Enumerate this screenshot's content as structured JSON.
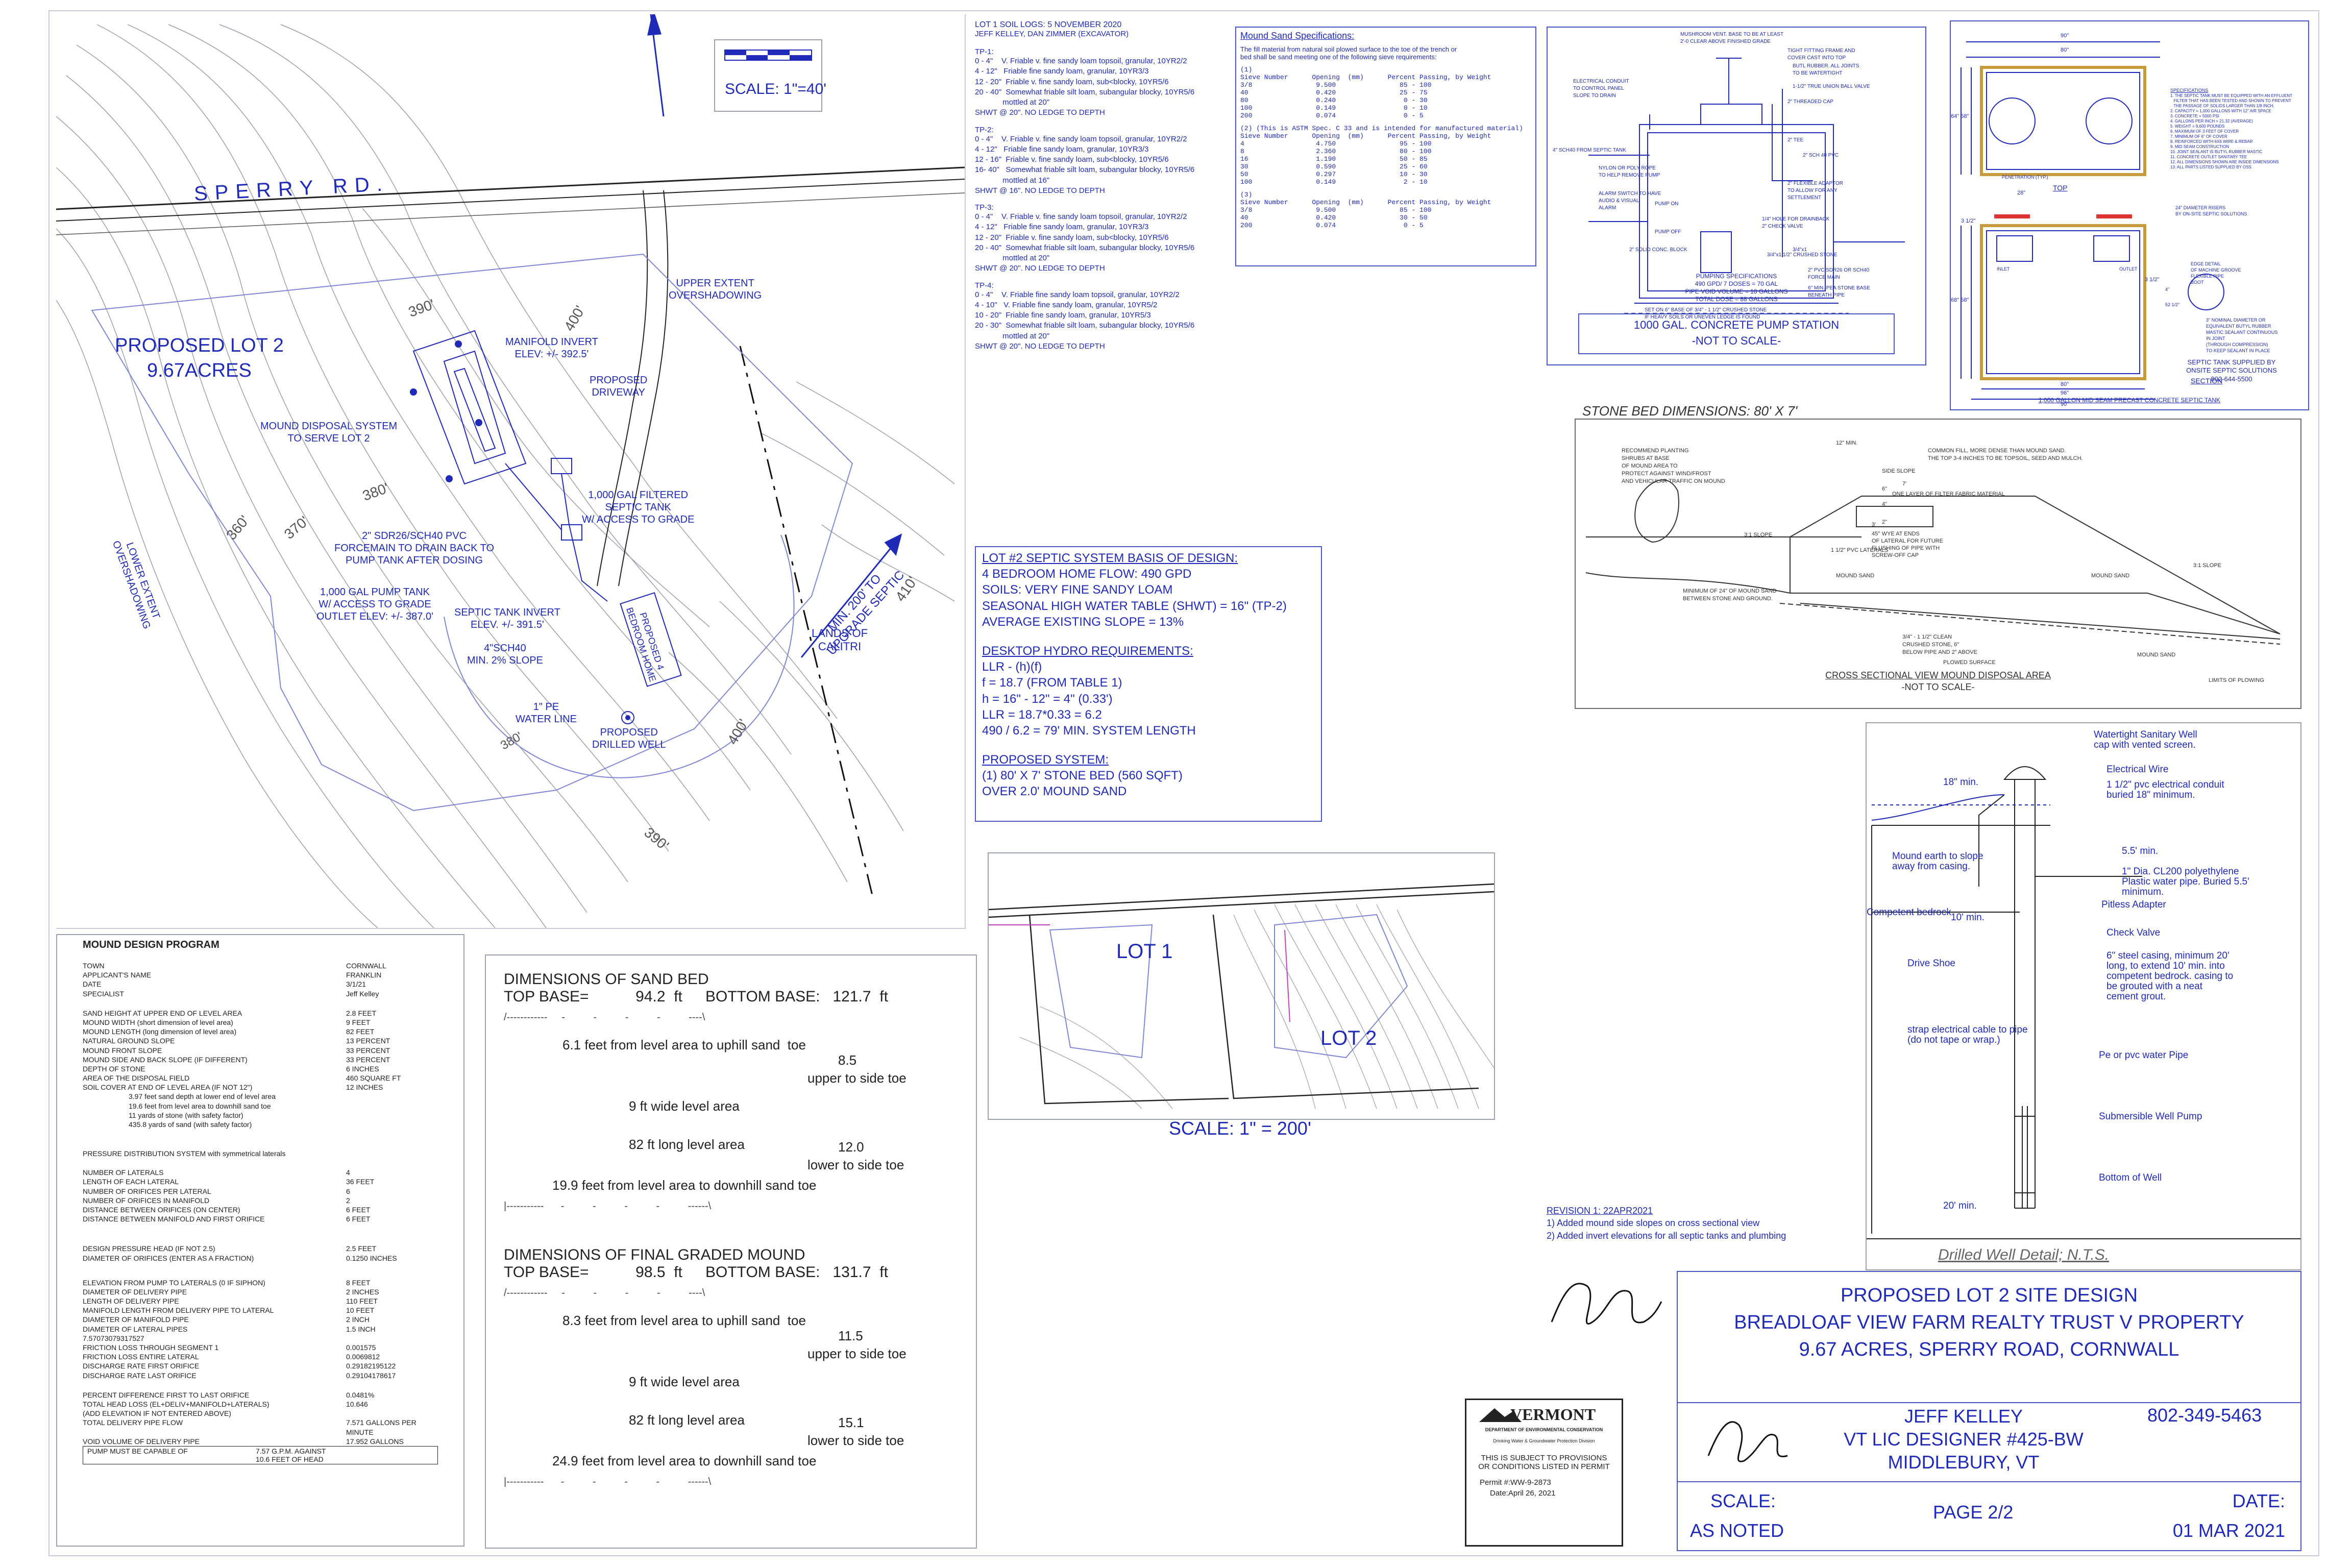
{
  "site": {
    "scale_label": "SCALE: 1\"=40'",
    "road": "SPERRY RD.",
    "lot_name": "PROPOSED LOT 2",
    "lot_acres": "9.67ACRES",
    "upper_extent": [
      "UPPER EXTENT",
      "OVERSHADOWING"
    ],
    "lower_extent": [
      "LOWER EXTENT",
      "OVERSHADOWING"
    ],
    "manifold": [
      "MANIFOLD INVERT",
      "ELEV: +/- 392.5'"
    ],
    "driveway": [
      "PROPOSED",
      "DRIVEWAY"
    ],
    "mound_system": [
      "MOUND DISPOSAL SYSTEM",
      "TO SERVE LOT 2"
    ],
    "septic_filtered": [
      "1,000 GAL FILTERED",
      "SEPTIC TANK",
      "W/ ACCESS TO GRADE"
    ],
    "forcemain": [
      "2\" SDR26/SCH40 PVC",
      "FORCEMAIN TO DRAIN BACK TO",
      "PUMP TANK AFTER DOSING"
    ],
    "pump_tank": [
      "1,000 GAL PUMP TANK",
      "W/ ACCESS TO GRADE",
      "OUTLET ELEV: +/- 387.0'"
    ],
    "tank_invert": [
      "SEPTIC TANK INVERT",
      "ELEV. +/- 391.5'"
    ],
    "sch40": [
      "4\"SCH40",
      "MIN. 2% SLOPE"
    ],
    "home": [
      "PROPOSED 4",
      "BEDROOM HOME"
    ],
    "pe_line": [
      "1\" PE",
      "WATER LINE"
    ],
    "drilled_well": [
      "PROPOSED",
      "DRILLED WELL"
    ],
    "upgrade": [
      "MIN. 200' TO",
      "UPGRADE SEPTIC"
    ],
    "calitri": [
      "LANDS OF",
      "CALITRI"
    ],
    "contours": [
      "390'",
      "400'",
      "380'",
      "370'",
      "360'",
      "410'",
      "400'",
      "390'",
      "380'"
    ]
  },
  "soil_logs": {
    "title": "LOT 1 SOIL LOGS: 5 NOVEMBER 2020",
    "by": "JEFF KELLEY,  DAN ZIMMER (EXCAVATOR)",
    "pits": [
      {
        "name": "TP-1:",
        "lines": [
          "0 - 4\"    V. Friable v. fine sandy loam topsoil, granular, 10YR2/2",
          "4 - 12\"   Friable fine sandy loam, granular, 10YR3/3",
          "12 - 20\"  Friable v. fine sandy loam, sub<blocky, 10YR5/6",
          "20 - 40\"  Somewhat friable silt loam, subangular blocky, 10YR5/6",
          "             mottled at 20\"",
          "SHWT @ 20\". NO LEDGE TO DEPTH"
        ]
      },
      {
        "name": "TP-2:",
        "lines": [
          "0 - 4\"    V. Friable v. fine sandy loam topsoil, granular, 10YR2/2",
          "4 - 12\"   Friable fine sandy loam, granular, 10YR3/3",
          "12 - 16\"  Friable v. fine sandy loam, sub<blocky, 10YR5/6",
          "16- 40\"   Somewhat friable silt loam, subangular blocky, 10YR5/6",
          "             mottled at 16\"",
          "SHWT @ 16\". NO LEDGE TO DEPTH"
        ]
      },
      {
        "name": "TP-3:",
        "lines": [
          "0 - 4\"    V. Friable v. fine sandy loam topsoil, granular, 10YR2/2",
          "4 - 12\"   Friable fine sandy loam, granular, 10YR3/3",
          "12 - 20\"  Friable v. fine sandy loam, sub<blocky, 10YR5/6",
          "20 - 40\"  Somewhat friable silt loam, subangular blocky, 10YR5/6",
          "             mottled at 20\"",
          "SHWT @ 20\". NO LEDGE TO DEPTH"
        ]
      },
      {
        "name": "TP-4:",
        "lines": [
          "0 - 4\"    V. Friable fine sandy loam topsoil, granular, 10YR2/2",
          "4 - 10\"   V. Friable fine sandy loam, granular, 10YR5/2",
          "10 - 20\"  Friable fine sandy loam, granular, 10YR5/3",
          "20 - 30\"  Somewhat friable silt loam, subangular blocky, 10YR5/6",
          "             mottled at 20\"",
          "SHWT @ 20\". NO LEDGE TO DEPTH"
        ]
      }
    ]
  },
  "mound_sand": {
    "title": "Mound Sand Specifications:",
    "intro": [
      "The fill material from natural soil plowed surface to the toe of the trench or",
      "bed shall be sand meeting one of the following sieve requirements:"
    ],
    "tables": [
      {
        "label": "(1)",
        "header": "Sieve Number      Opening  (mm)      Percent Passing, by Weight",
        "rows": [
          "3/8                9.500                85 - 100",
          "40                 0.420                25 - 75",
          "80                 0.240                 0 - 30",
          "100                0.149                 0 - 10",
          "200                0.074                 0 - 5"
        ]
      },
      {
        "label": "(2)    (This is ASTM Spec. C 33 and is intended for manufactured material)",
        "header": "Sieve Number      Opening  (mm)      Percent Passing, by Weight",
        "rows": [
          "4                  4.750                95 - 100",
          "8                  2.360                80 - 100",
          "16                 1.190                50 - 85",
          "30                 0.590                25 - 60",
          "50                 0.297                10 - 30",
          "100                0.149                 2 - 10"
        ]
      },
      {
        "label": "(3)",
        "header": "Sieve Number      Opening  (mm)      Percent Passing, by Weight",
        "rows": [
          "3/8                9.500                85 - 100",
          "40                 0.420                30 - 50",
          "200                0.074                 0 - 5"
        ]
      }
    ]
  },
  "pump_station": {
    "title": "1000 GAL. CONCRETE PUMP STATION",
    "subtitle": "-NOT TO SCALE-",
    "specs": [
      "PUMPING SPECIFICATIONS",
      "490 GPD/ 7 DOSES = 70 GAL",
      "PIPE VOID VOLUME = 18 GALLONS",
      "TOTAL DOSE = 88 GALLONS"
    ],
    "labels": [
      "MUSHROOM VENT. BASE TO BE AT LEAST",
      "2'-0 CLEAR ABOVE FINISHED GRADE",
      "TIGHT FITTING FRAME AND",
      "COVER CAST INTO TOP",
      "BUTL RUBBER. ALL JOINTS",
      "TO BE WATERTIGHT",
      "ELECTRICAL CONDUIT",
      "TO CONTROL PANEL",
      "SLOPE TO DRAIN",
      "1-1/2\" TRUE UNION BALL VALVE",
      "2\" THREADED CAP",
      "2\" TEE",
      "2\" SCH 40 PVC",
      "4\" SCH40 FROM SEPTIC TANK",
      "NYLON OR POLY ROPE",
      "TO HELP REMOVE PUMP",
      "ALARM SWITCH TO HAVE",
      "AUDIO & VISUAL",
      "ALARM",
      "PUMP ON",
      "PUMP OFF",
      "2\" FLEXIBLE ADAPTOR",
      "TO ALLOW FOR ANY",
      "SETTLEMENT",
      "1/4\" HOLE FOR DRAINBACK",
      "2\" CHECK VALVE",
      "2\" SOLID CONC. BLOCK",
      "3/4\"x1 1/2\" CRUSHED STONE",
      "3/4\"x1",
      "2\" PVC SDR26 OR SCH40",
      "FORCE MAIN",
      "6\" MIN. PEA STONE BASE",
      "BENEATH PIPE",
      "SET ON 6\" BASE OF 3/4\" - 1 1/2\" CRUSHED STONE",
      "IF HEAVY SOILS OR UNEVEN LEDGE IS FOUND"
    ]
  },
  "septic_tank": {
    "title": "1,000 GALLON MID SEAM PRECAST CONCRETE SEPTIC TANK",
    "supplier": [
      "SEPTIC TANK SUPPLIED BY",
      "ONSITE SEPTIC SOLUTIONS",
      "802-644-5500"
    ],
    "top_label": "TOP",
    "section_label": "SECTION",
    "dims": [
      "90\"",
      "80\"",
      "64\" 58\"",
      "28\"",
      "3 1/2\"",
      "68\" 58\"",
      "3 1/2\"",
      "80\"",
      "96\"",
      "90\""
    ],
    "specs_title": "SPECIFICATIONS",
    "specs": [
      "1. THE SEPTIC TANK MUST BE EQUIPPED WITH AN EFFLUENT",
      "   FILTER THAT HAS BEEN TESTED AND SHOWN TO PREVENT",
      "   THE PASSAGE OF SOLIDS LARGER THAN 1/8 INCH.",
      "2. CAPACITY = 1,000 GALLONS WITH 12\" AIR SPACE",
      "3. CONCRETE = 5000 PSI",
      "4. GALLONS PER INCH = 21.32 (AVERAGE)",
      "5. WEIGHT = 9,600 POUNDS",
      "6. MAXIMUM OF 3 FEET OF COVER",
      "7. MINIMUM OF 6\" OF COVER",
      "8. REINFORCED WITH 6X6 WIRE & REBAR",
      "9. MID SEAM CONSTRUCTION",
      "10. JOINT SEALANT IS BUTYL RUBBER MASTIC",
      "11. CONCRETE OUTLET SANITARY TEE",
      "12. ALL DIMENSIONS SHOWN ARE INSIDE DIMENSIONS",
      "13. ALL PARTS LISTED SUPPLIED BY OSS"
    ],
    "labels": [
      "PENETRATION (TYP.)",
      "24\" DIAMETER RISERS",
      "BY ON-SITE SEPTIC SOLUTIONS",
      "EDGE DETAIL",
      "OF MACHINE GROOVE",
      "FLEXIBLE PIPE",
      "BOOT",
      "3\" NOMINAL DIAMETER OR",
      "EQUIVALENT BUTYL RUBBER",
      "MASTIC SEALANT CONTINUOUS",
      "IN JOINT",
      "(THROUGH COMPRESSION)",
      "TO KEEP SEALANT IN PLACE",
      "OUTLET",
      "INLET",
      "52 1/2\"",
      "4\""
    ]
  },
  "stone_bed": {
    "title": "STONE BED DIMENSIONS:  80' X 7'",
    "caption": "CROSS SECTIONAL VIEW MOUND DISPOSAL AREA",
    "subcaption": "-NOT TO SCALE-",
    "labels": [
      "RECOMMEND PLANTING",
      "SHRUBS AT BASE",
      "OF MOUND AREA TO",
      "PROTECT AGAINST WIND/FROST",
      "AND VEHICULAR TRAFFIC ON MOUND",
      "COMMON FILL, MORE DENSE THAN MOUND SAND.",
      "THE TOP 3-4 INCHES TO BE TOPSOIL, SEED AND MULCH.",
      "SIDE SLOPE",
      "ONE LAYER OF FILTER FABRIC MATERIAL",
      "45° WYE AT ENDS",
      "OF LATERAL FOR FUTURE",
      "FLUSHING OF PIPE WITH",
      "SCREW-OFF CAP",
      "1 1/2\" PVC LATERALS",
      "MOUND SAND",
      "MOUND SAND",
      "MINIMUM OF 24\" OF MOUND SAND",
      "BETWEEN STONE AND GROUND.",
      "3/4\" - 1 1/2\" CLEAN",
      "CRUSHED STONE, 6\"",
      "BELOW PIPE AND 2\" ABOVE",
      "PLOWED SURFACE",
      "MOUND SAND",
      "LIMITS OF PLOWING",
      "3:1 SLOPE",
      "3:1 SLOPE",
      "12\" MIN.",
      "6\"",
      "4\"",
      "2\"",
      "7'",
      "3'"
    ]
  },
  "design_basis": {
    "title": "LOT #2 SEPTIC SYSTEM BASIS OF DESIGN:",
    "lines": [
      "4 BEDROOM HOME FLOW: 490 GPD",
      "SOILS: VERY FINE SANDY LOAM",
      "SEASONAL HIGH WATER TABLE (SHWT) = 16\" (TP-2)",
      "AVERAGE EXISTING SLOPE = 13%"
    ],
    "hydro_title": "DESKTOP HYDRO REQUIREMENTS:",
    "hydro": [
      "LLR - (h)(f)",
      "f = 18.7 (FROM TABLE 1)",
      "h = 16\" - 12\" = 4\" (0.33')",
      "LLR = 18.7*0.33 = 6.2",
      "490 / 6.2 = 79' MIN. SYSTEM LENGTH"
    ],
    "proposed_title": "PROPOSED SYSTEM:",
    "proposed": [
      "(1) 80' X 7' STONE BED (560 SQFT)",
      "OVER 2.0' MOUND SAND"
    ]
  },
  "overview": {
    "lot1": "LOT 1",
    "lot2": "LOT 2",
    "scale": "SCALE: 1\" = 200'"
  },
  "well": {
    "title": "Drilled Well Detail;   N.T.S.",
    "labels": [
      "Watertight Sanitary Well",
      "cap with vented screen.",
      "Electrical Wire",
      "1 1/2\" pvc electrical conduit",
      "buried 18\" minimum.",
      "18\" min.",
      "5.5' min.",
      "Mound earth to slope",
      "away from casing.",
      "1\" Dia. CL200 polyethylene",
      "Plastic water pipe. Buried 5.5'",
      "minimum.",
      "Pitless Adapter",
      "Competent bedrock",
      "10' min.",
      "Check Valve",
      "Drive Shoe",
      "6\" steel casing, minimum 20'",
      "long, to extend 10' min. into",
      "competent bedrock. casing to",
      "be grouted with a neat",
      "cement grout.",
      "strap electrical cable to pipe",
      "(do not tape or wrap.)",
      "Pe or pvc water Pipe",
      "Submersible Well Pump",
      "Bottom of Well",
      "20' min."
    ]
  },
  "mound_program": {
    "title": "MOUND DESIGN PROGRAM",
    "top": [
      [
        "TOWN",
        "CORNWALL"
      ],
      [
        "APPLICANT'S NAME",
        "FRANKLIN"
      ],
      [
        "DATE",
        "3/1/21"
      ],
      [
        "SPECIALIST",
        "Jeff Kelley"
      ]
    ],
    "block1": [
      [
        "SAND HEIGHT AT UPPER END OF LEVEL AREA",
        "2.8 FEET"
      ],
      [
        "MOUND WIDTH (short dimension of level area)",
        "9 FEET"
      ],
      [
        "MOUND LENGTH (long dimension of level area)",
        "82 FEET"
      ],
      [
        "NATURAL GROUND SLOPE",
        "13 PERCENT"
      ],
      [
        "MOUND FRONT SLOPE",
        "33 PERCENT"
      ],
      [
        "MOUND SIDE AND BACK SLOPE (IF DIFFERENT)",
        "33 PERCENT"
      ],
      [
        "DEPTH OF STONE",
        "6 INCHES"
      ],
      [
        "AREA OF THE DISPOSAL FIELD",
        "460 SQUARE FT"
      ],
      [
        "SOIL COVER AT END OF LEVEL AREA (IF NOT 12\")",
        "12 INCHES"
      ]
    ],
    "block1_notes": [
      "3.97 feet sand depth at lower end of level area",
      "19.6 feet from level area to downhill sand toe",
      "11 yards of stone (with safety factor)",
      "435.8 yards of sand (with safety factor)"
    ],
    "pressure_title": "PRESSURE DISTRIBUTION SYSTEM with symmetrical laterals",
    "block2": [
      [
        "NUMBER OF LATERALS",
        "4"
      ],
      [
        "LENGTH OF EACH LATERAL",
        "36 FEET"
      ],
      [
        "NUMBER OF ORIFICES PER LATERAL",
        "6"
      ],
      [
        "NUMBER OF ORIFICES IN MANIFOLD",
        "2"
      ],
      [
        "DISTANCE BETWEEN ORIFICES (ON CENTER)",
        "6 FEET"
      ],
      [
        "DISTANCE BETWEEN MANIFOLD AND FIRST ORIFICE",
        "6 FEET"
      ]
    ],
    "block3": [
      [
        "DESIGN PRESSURE HEAD (IF NOT 2.5)",
        "2.5 FEET"
      ],
      [
        "DIAMETER OF ORIFICES (ENTER AS A FRACTION)",
        "0.1250 INCHES"
      ]
    ],
    "block4": [
      [
        "ELEVATION FROM PUMP TO LATERALS (0 IF SIPHON)",
        "8 FEET"
      ],
      [
        "DIAMETER OF DELIVERY PIPE",
        "2 INCHES"
      ],
      [
        "LENGTH OF DELIVERY PIPE",
        "110 FEET"
      ],
      [
        "MANIFOLD LENGTH FROM DELIVERY PIPE TO LATERAL",
        "10 FEET"
      ],
      [
        "DIAMETER OF MANIFOLD PIPE",
        "2 INCH"
      ],
      [
        "DIAMETER OF LATERAL PIPES",
        "1.5 INCH"
      ],
      [
        "7.57073079317527",
        ""
      ],
      [
        "FRICTION LOSS THROUGH SEGMENT 1",
        "0.001575"
      ],
      [
        "FRICTION LOSS ENTIRE LATERAL",
        "0.0069812"
      ],
      [
        "DISCHARGE RATE FIRST ORIFICE",
        "0.29182195122"
      ],
      [
        "DISCHARGE RATE LAST ORIFICE",
        "0.29104178617"
      ]
    ],
    "block5": [
      [
        "PERCENT DIFFERENCE FIRST TO LAST ORIFICE",
        "0.0481%"
      ],
      [
        "TOTAL HEAD LOSS (EL+DELIV+MANIFOLD+LATERALS)",
        "10.646"
      ],
      [
        "(ADD ELEVATION IF NOT ENTERED ABOVE)",
        ""
      ],
      [
        "TOTAL DELIVERY PIPE FLOW",
        "7.571 GALLONS PER MINUTE"
      ],
      [
        "VOID VOLUME OF DELIVERY PIPE",
        "17.952 GALLONS"
      ]
    ],
    "pump_line": [
      "PUMP MUST BE CAPABLE OF",
      "7.57 G.P.M. AGAINST",
      "10.6 FEET OF HEAD"
    ]
  },
  "sand_bed": {
    "title1": "DIMENSIONS OF SAND BED",
    "top1": "TOP BASE=           94.2  ft",
    "bottom1": "BOTTOM BASE:   121.7  ft",
    "rows1": [
      "6.1 feet from level area to uphill sand  toe",
      "8.5",
      "upper to side toe",
      "9 ft wide level area",
      "82 ft long level area",
      "12.0",
      "lower to side toe",
      "19.9 feet from level area to downhill sand toe"
    ],
    "title2": "DIMENSIONS OF FINAL GRADED MOUND",
    "top2": "TOP BASE=           98.5  ft",
    "bottom2": "BOTTOM BASE:   131.7  ft",
    "rows2": [
      "8.3 feet from level area to uphill sand  toe",
      "11.5",
      "upper to side toe",
      "9 ft wide level area",
      "82 ft long level area",
      "15.1",
      "lower to side toe",
      "24.9 feet from level area to downhill sand toe"
    ]
  },
  "revision": {
    "title": "REVISION 1: 22APR2021",
    "lines": [
      "1) Added mound side slopes on cross sectional view",
      "2) Added invert elevations for all septic tanks and plumbing"
    ]
  },
  "permit": {
    "brand": "VERMONT",
    "dept": "DEPARTMENT OF ENVIRONMENTAL CONSERVATION",
    "division": "Drinking Water & Groundwater Protection Division",
    "note": [
      "THIS IS SUBJECT TO PROVISIONS",
      "OR CONDITIONS LISTED IN PERMIT"
    ],
    "permit_no": "Permit #:WW-9-2873",
    "date": "Date:April 26, 2021"
  },
  "title_block": {
    "line1": "PROPOSED LOT 2 SITE DESIGN",
    "line2": "BREADLOAF VIEW FARM REALTY TRUST V PROPERTY",
    "line3": "9.67 ACRES, SPERRY ROAD, CORNWALL",
    "name": "JEFF KELLEY",
    "license": "VT LIC DESIGNER #425-BW",
    "city": "MIDDLEBURY, VT",
    "phone": "802-349-5463",
    "scale_label": "SCALE:",
    "scale_value": "AS NOTED",
    "page": "PAGE 2/2",
    "date_label": "DATE:",
    "date_value": "01 MAR 2021"
  }
}
